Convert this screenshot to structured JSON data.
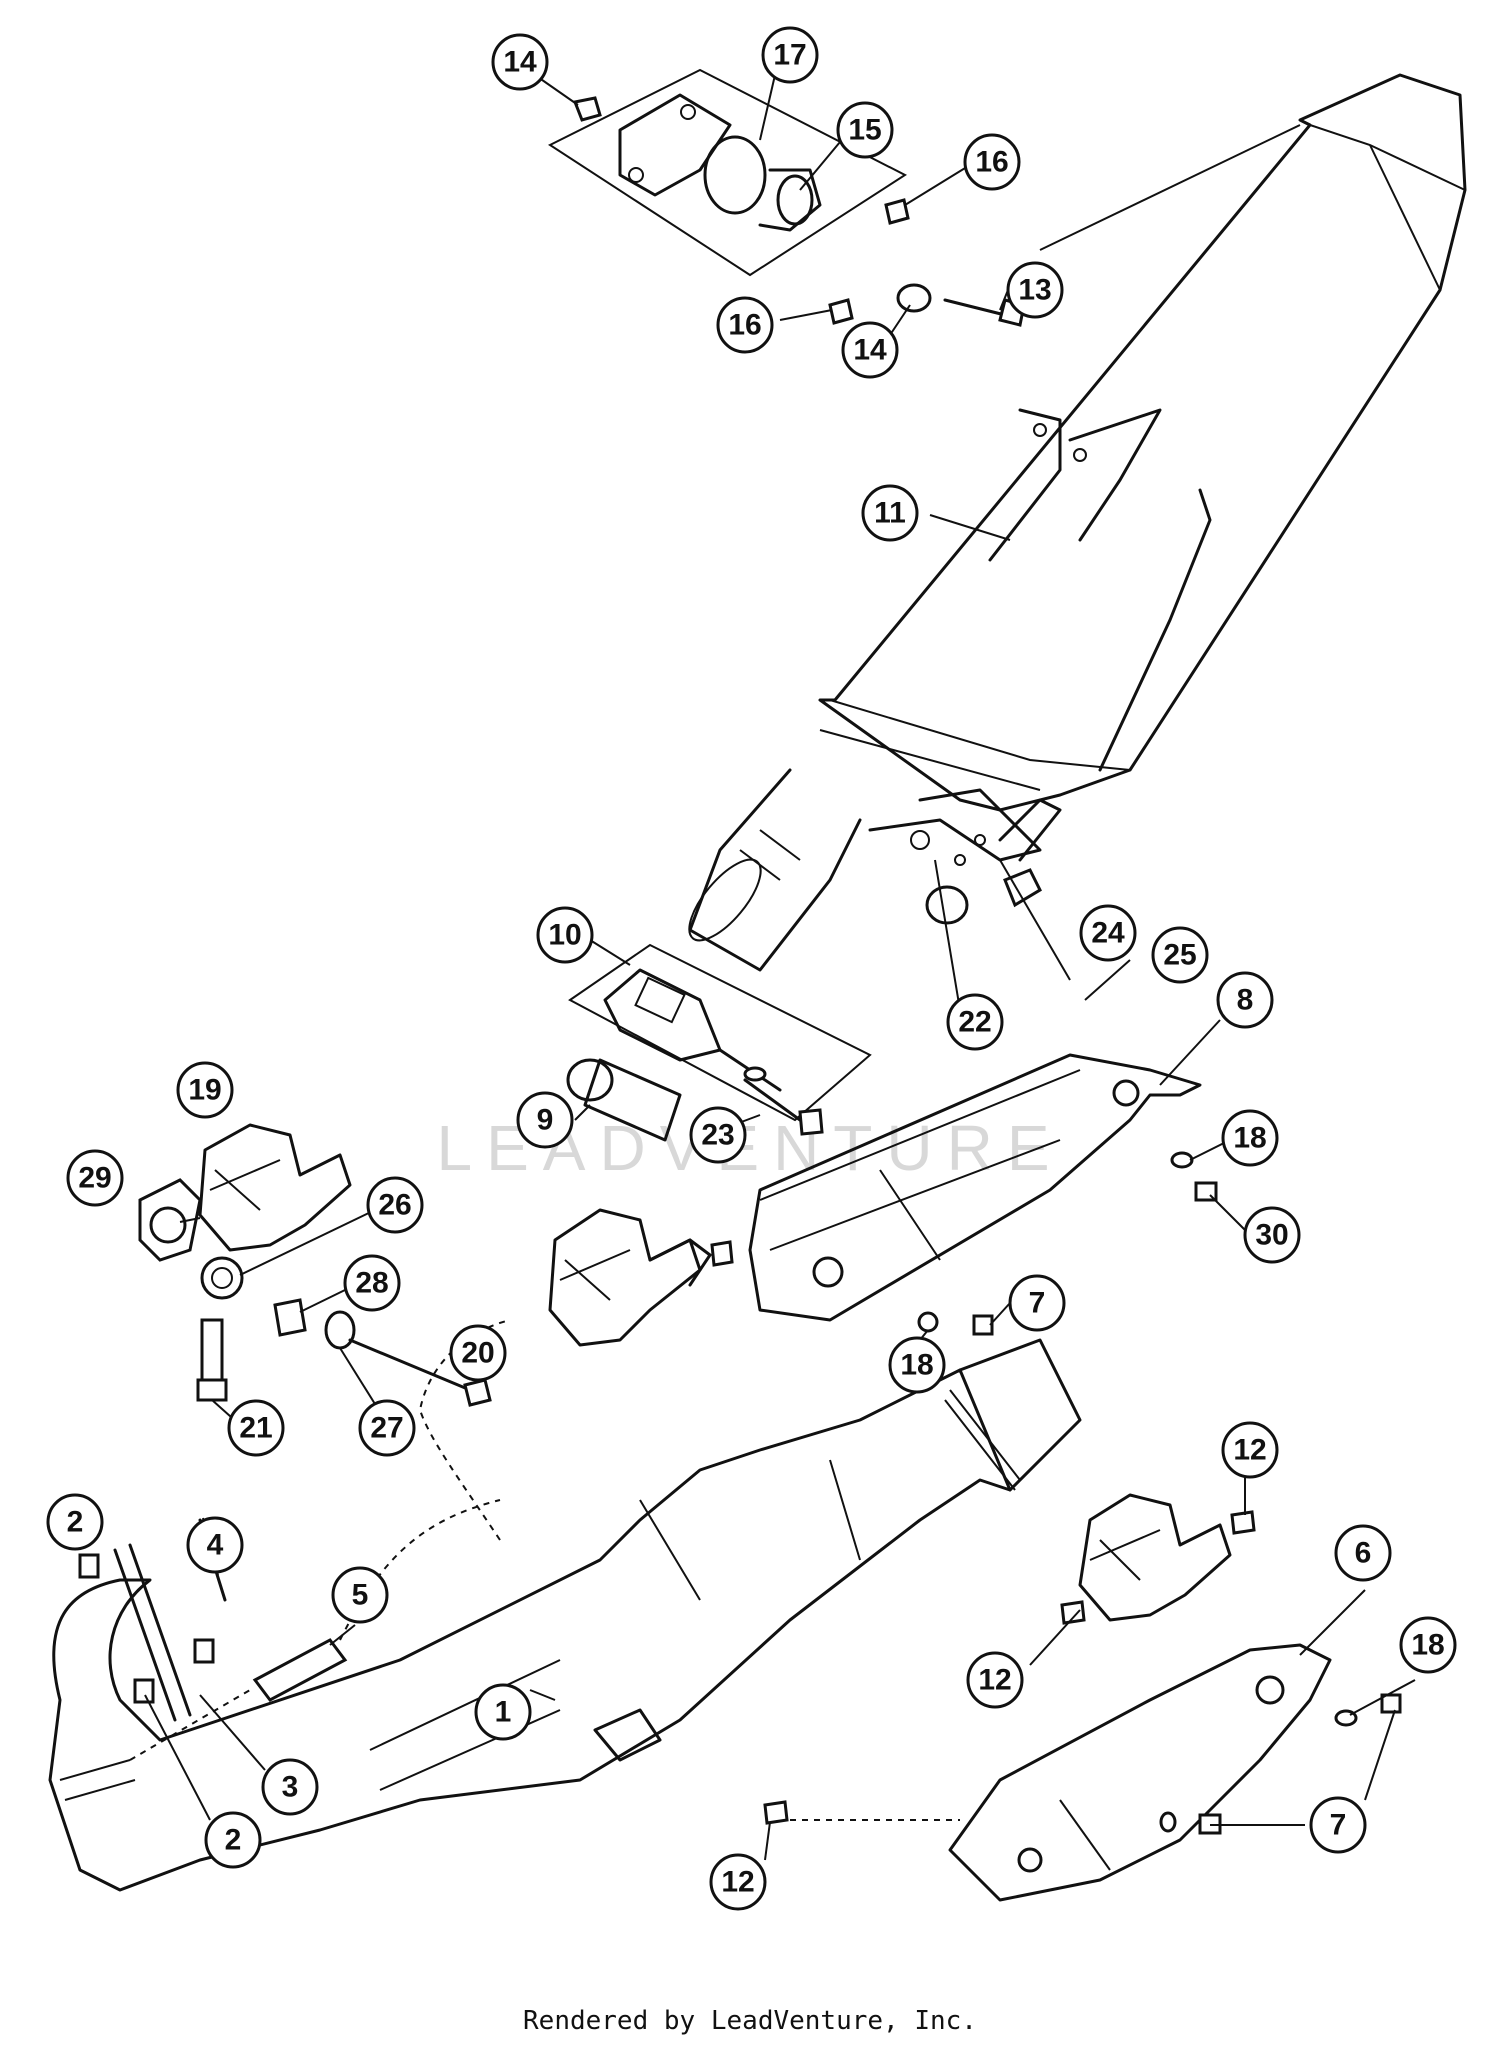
{
  "watermark": "LEADVENTURE",
  "credit": "Rendered by LeadVenture, Inc.",
  "callouts": [
    "14",
    "17",
    "15",
    "16",
    "16",
    "14",
    "13",
    "11",
    "10",
    "22",
    "24",
    "25",
    "8",
    "19",
    "9",
    "23",
    "18",
    "29",
    "26",
    "30",
    "28",
    "20",
    "7",
    "18",
    "21",
    "27",
    "12",
    "2",
    "4",
    "5",
    "6",
    "18",
    "12",
    "1",
    "3",
    "7",
    "2",
    "12"
  ]
}
